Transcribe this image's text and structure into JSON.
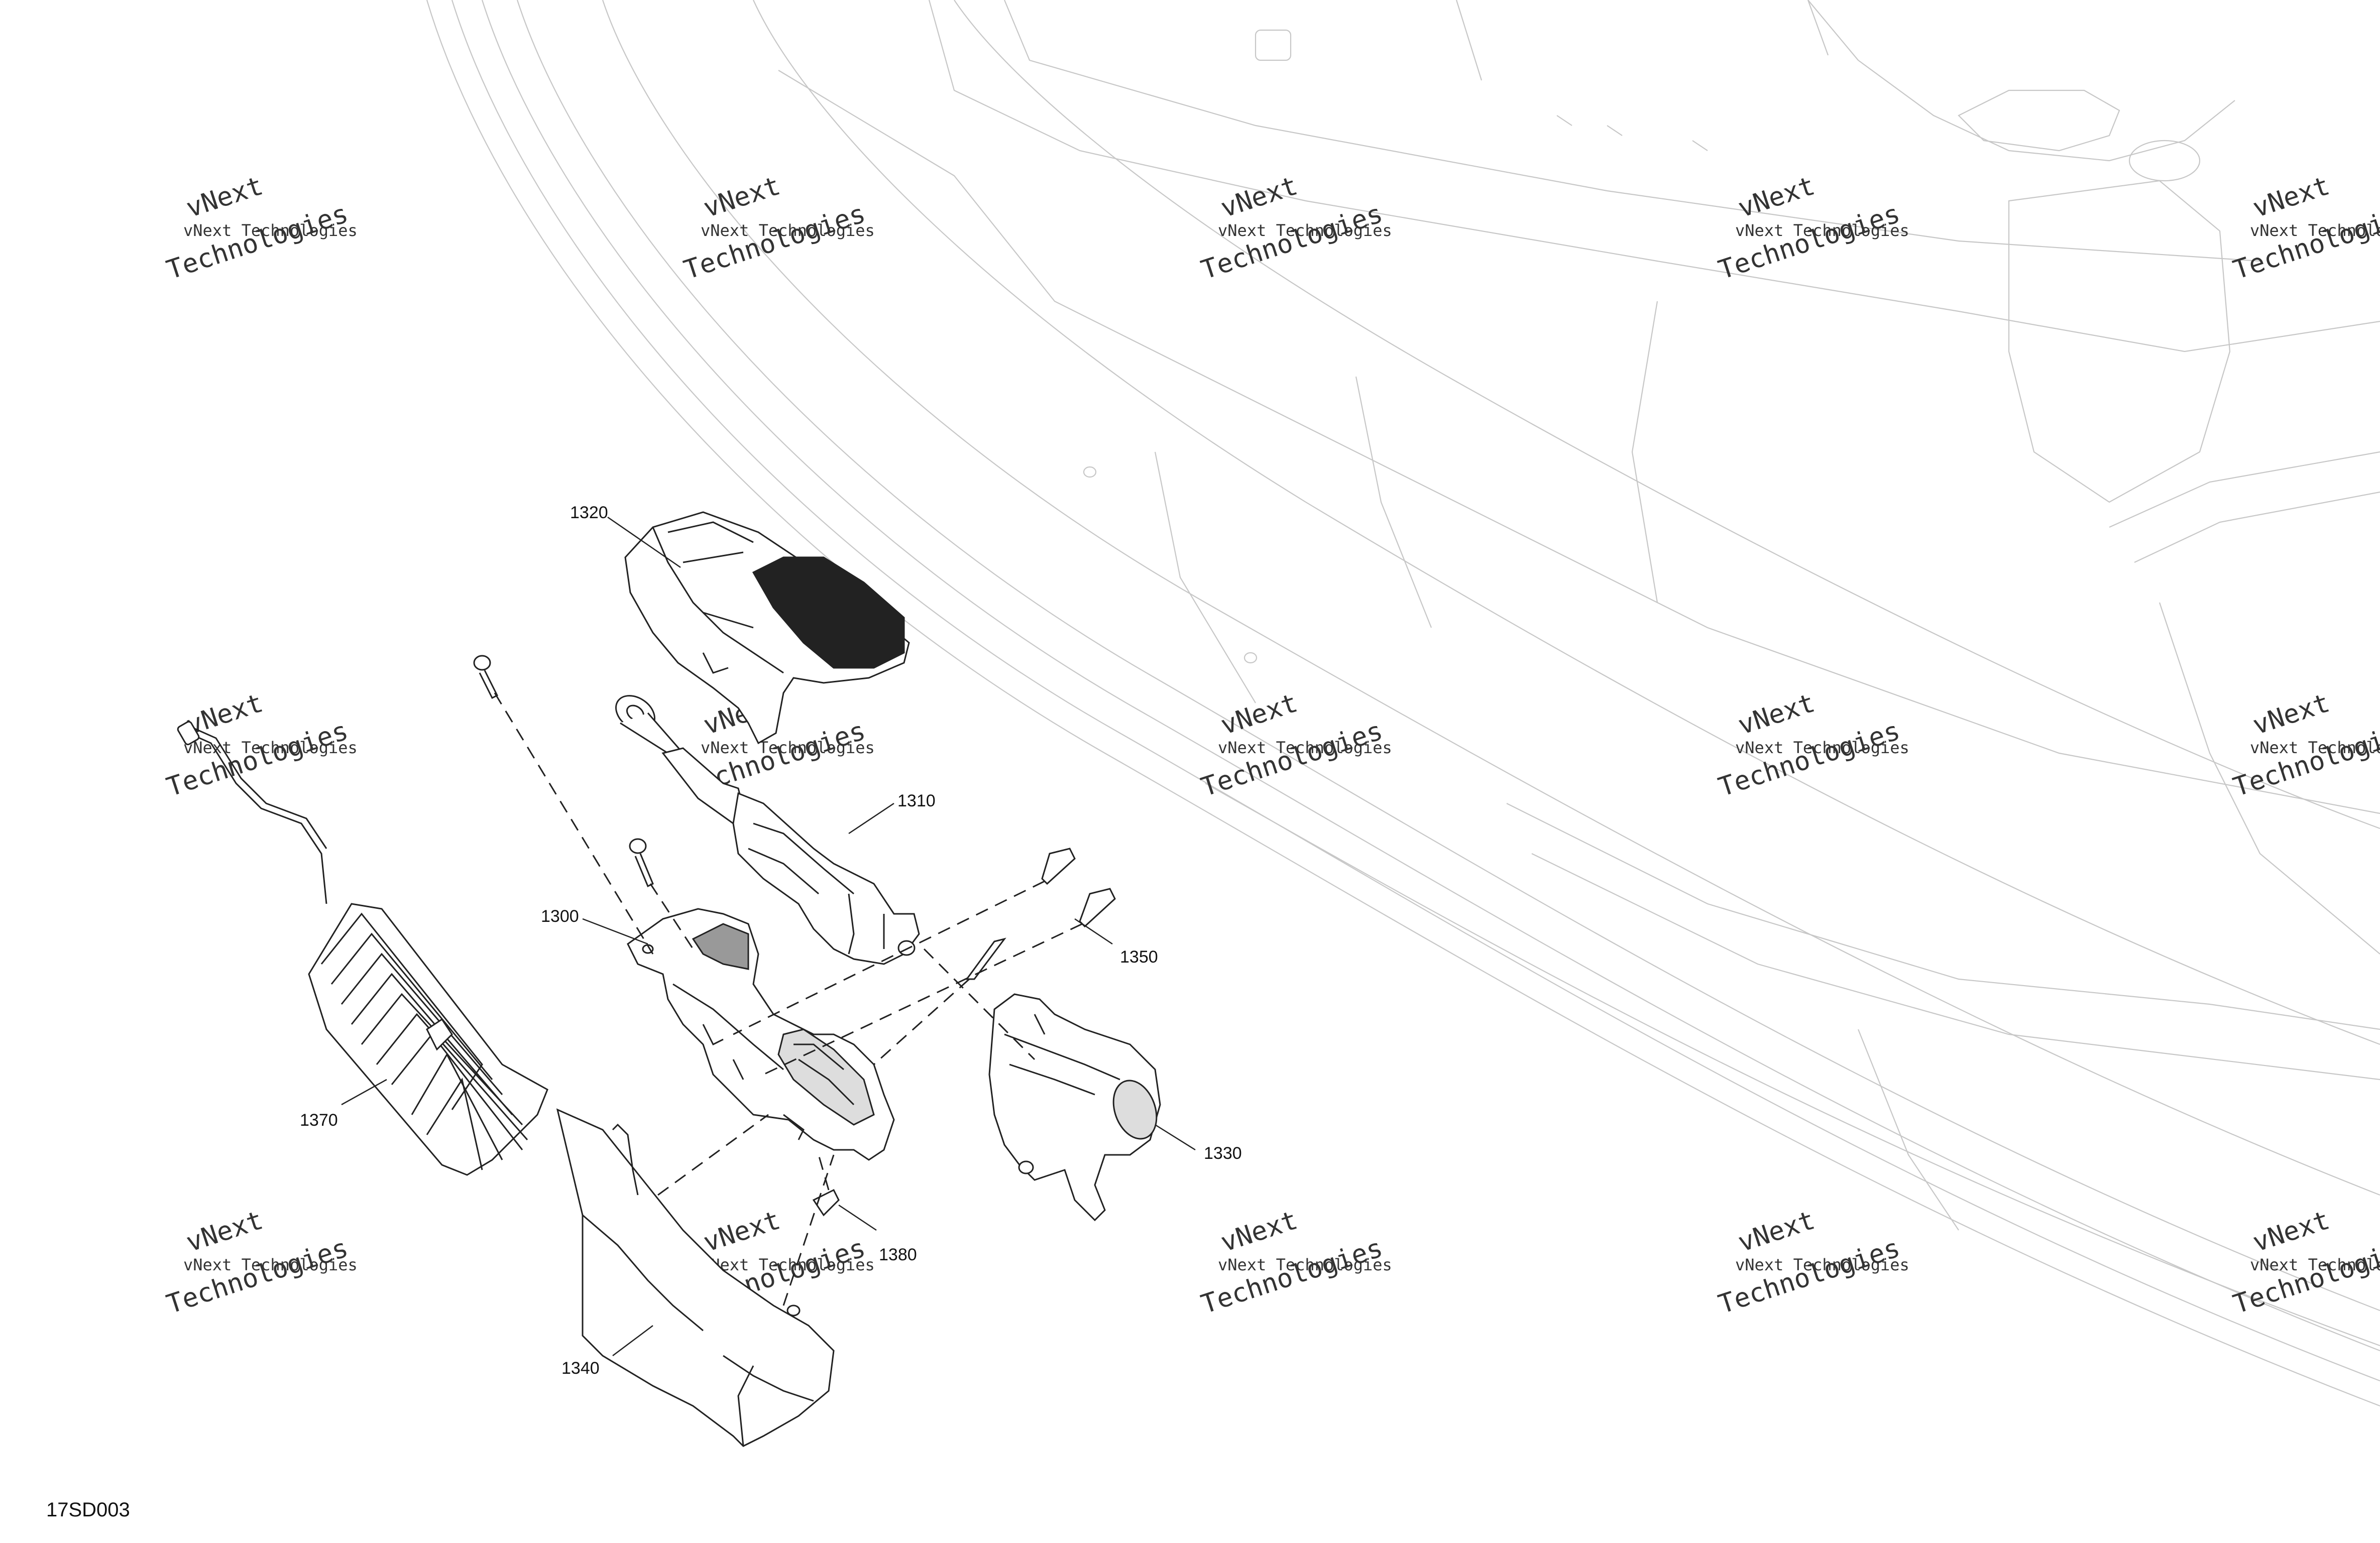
{
  "callouts": {
    "c1320": "1320",
    "c1310": "1310",
    "c1300": "1300",
    "c1350": "1350",
    "c1370": "1370",
    "c1330": "1330",
    "c1380": "1380",
    "c1340": "1340"
  },
  "watermark": {
    "line1": "vNext Technologies",
    "line2": "vNext",
    "line3": "Technologies"
  },
  "drawing_id": "17SD003"
}
